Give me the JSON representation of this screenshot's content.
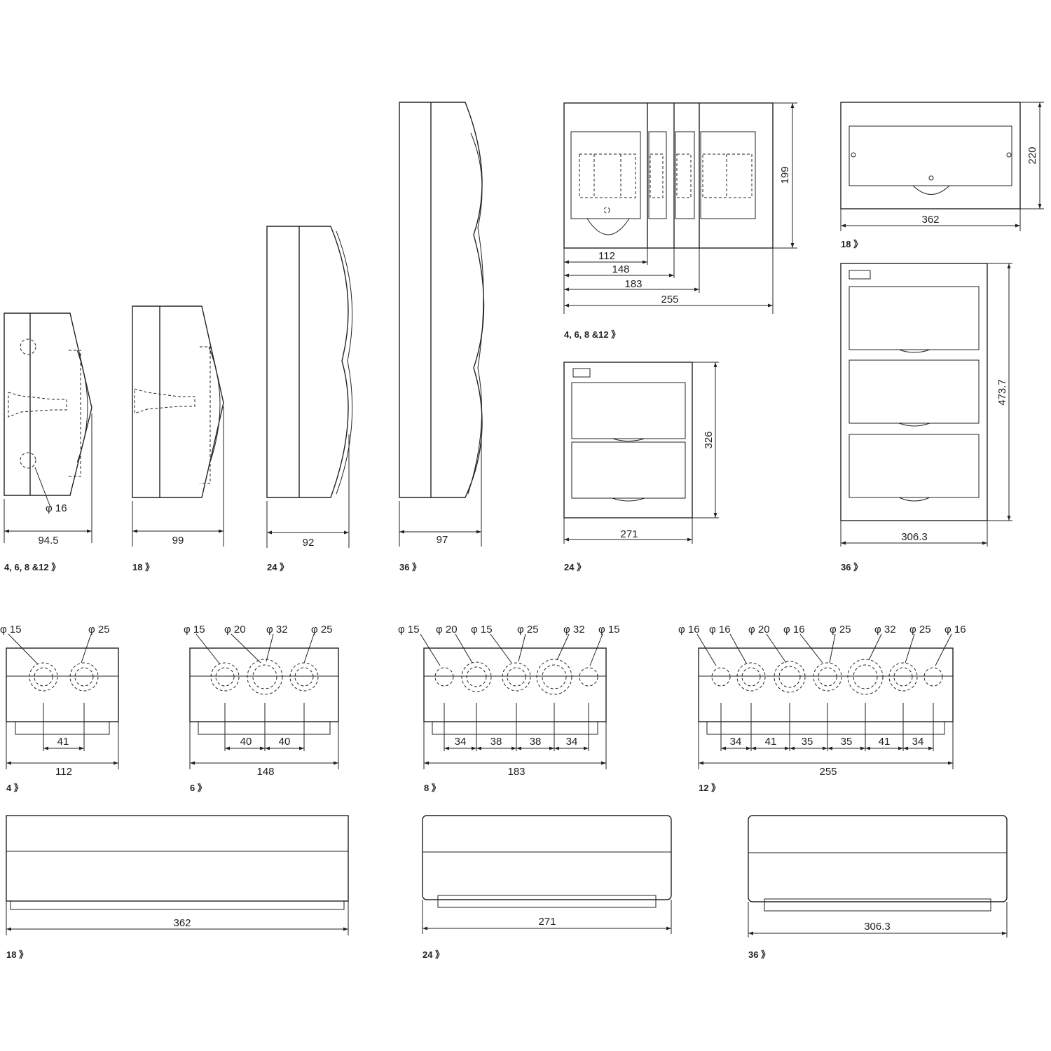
{
  "colors": {
    "line": "#222222",
    "background": "#ffffff"
  },
  "side_views": [
    {
      "width": "94.5",
      "caption": "4, 6, 8 &12 》",
      "hole": "φ 16"
    },
    {
      "width": "99",
      "caption": "18 》"
    },
    {
      "width": "92",
      "caption": "24 》"
    },
    {
      "width": "97",
      "caption": "36 》"
    }
  ],
  "front_small": {
    "height": "199",
    "widths": [
      "112",
      "148",
      "183",
      "255"
    ],
    "caption": "4, 6, 8 &12 》"
  },
  "front_18": {
    "height": "220",
    "width": "362",
    "caption": "18 》"
  },
  "front_24": {
    "height": "326",
    "width": "271",
    "caption": "24 》"
  },
  "front_36": {
    "height": "473.7",
    "width": "306.3",
    "caption": "36 》"
  },
  "bottom_views": [
    {
      "caption": "4 》",
      "holes": [
        "φ 15",
        "φ 25"
      ],
      "pitches": [
        "41"
      ],
      "width": "112"
    },
    {
      "caption": "6 》",
      "holes": [
        "φ 15",
        "φ 20",
        "φ 32",
        "φ 25"
      ],
      "pitches": [
        "40",
        "40"
      ],
      "width": "148"
    },
    {
      "caption": "8 》",
      "holes": [
        "φ 15",
        "φ 20",
        "φ 15",
        "φ 25",
        "φ 32",
        "φ 15"
      ],
      "pitches": [
        "34",
        "38",
        "38",
        "34"
      ],
      "width": "183"
    },
    {
      "caption": "12 》",
      "holes": [
        "φ 16",
        "φ 16",
        "φ 20",
        "φ 16",
        "φ 25",
        "φ 32",
        "φ 25",
        "φ 16"
      ],
      "pitches": [
        "34",
        "41",
        "35",
        "35",
        "41",
        "34"
      ],
      "width": "255"
    }
  ],
  "top_views": [
    {
      "caption": "18 》",
      "width": "362"
    },
    {
      "caption": "24 》",
      "width": "271"
    },
    {
      "caption": "36 》",
      "width": "306.3"
    }
  ]
}
